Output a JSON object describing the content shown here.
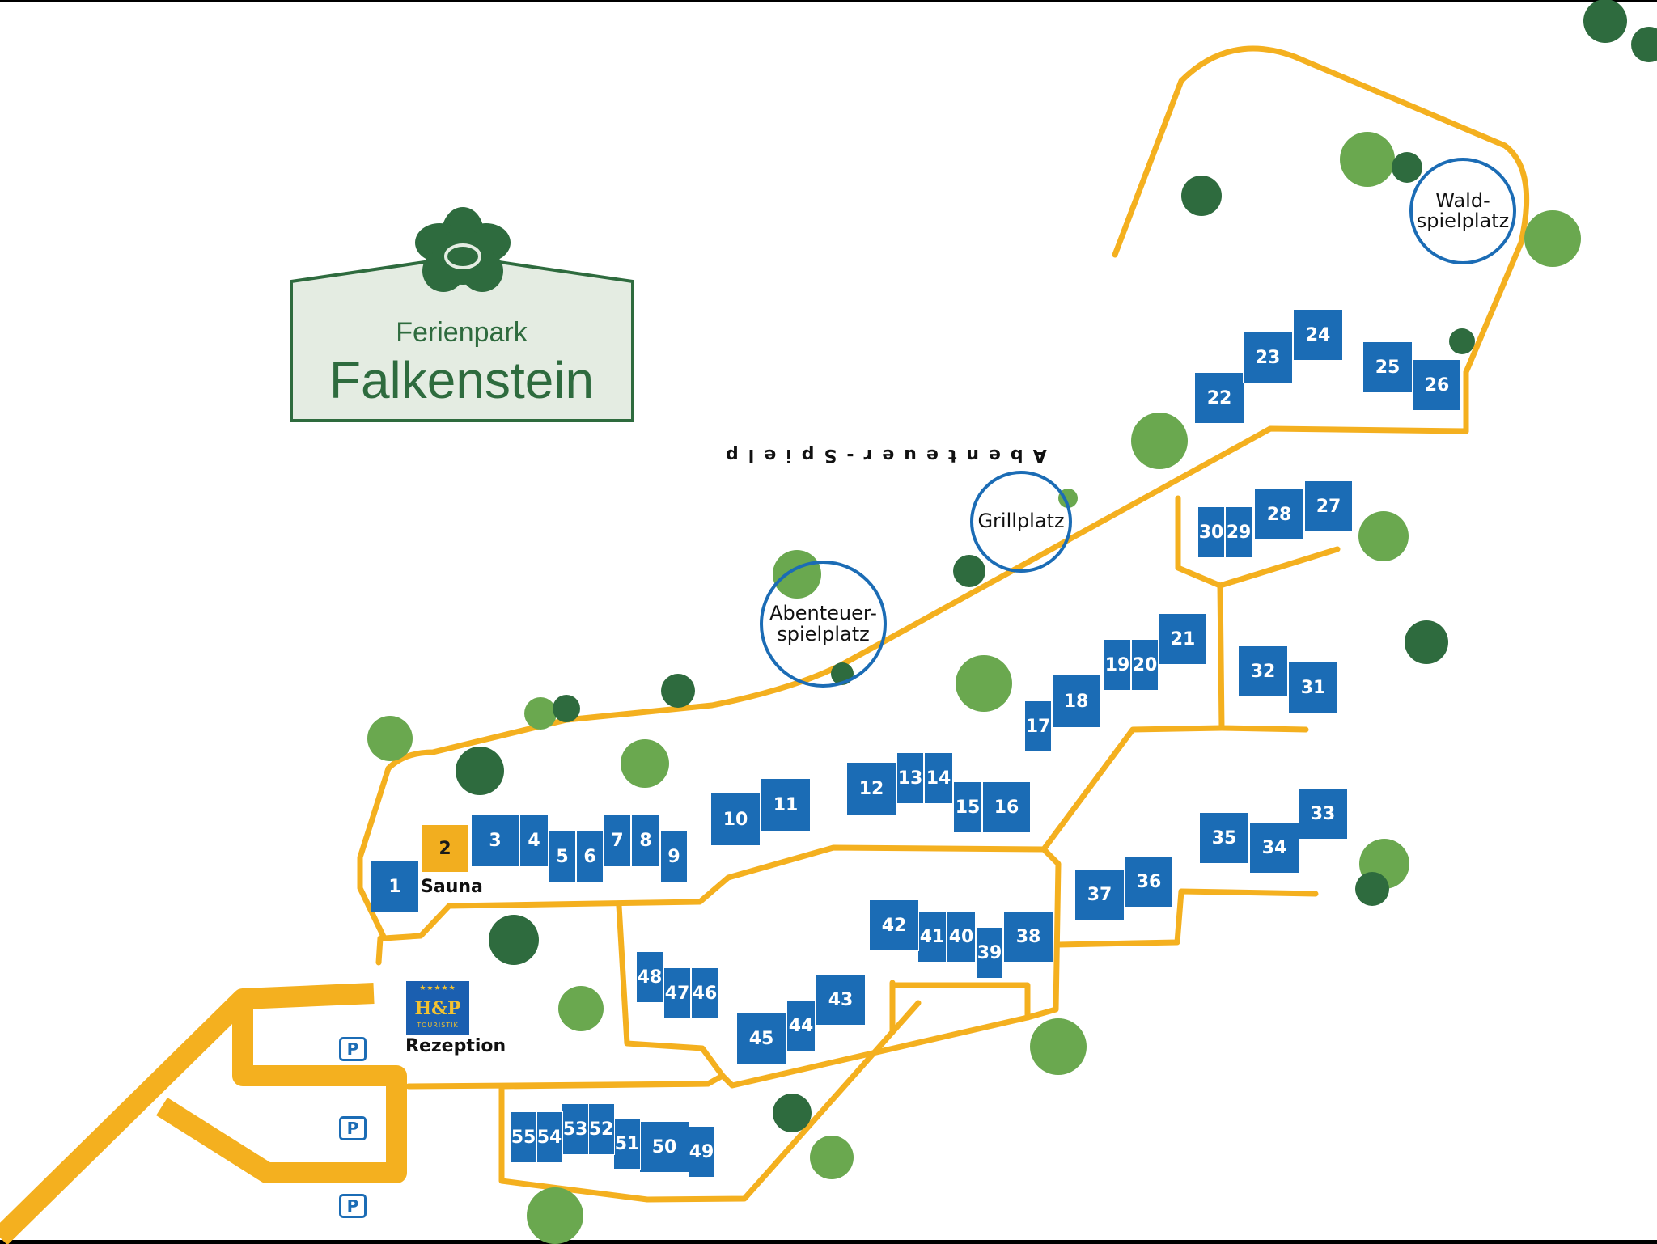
{
  "park": {
    "name_line1": "Ferienpark",
    "name_line2": "Falkenstein"
  },
  "colors": {
    "path": "#f4b01f",
    "house": "#1b6cb5",
    "sauna": "#f2ae1f",
    "tree_light": "#6aa84f",
    "tree_dark": "#2e6b3e",
    "logo_fill": "#e4ece2",
    "logo_green": "#2e6b3e"
  },
  "houses": [
    "1",
    "3",
    "4",
    "5",
    "6",
    "7",
    "8",
    "9",
    "10",
    "11",
    "12",
    "13",
    "14",
    "15",
    "16",
    "17",
    "18",
    "19",
    "20",
    "21",
    "22",
    "23",
    "24",
    "25",
    "26",
    "27",
    "28",
    "29",
    "30",
    "31",
    "32",
    "33",
    "34",
    "35",
    "36",
    "37",
    "38",
    "39",
    "40",
    "41",
    "42",
    "43",
    "44",
    "45",
    "46",
    "47",
    "48",
    "49",
    "50",
    "51",
    "52",
    "53",
    "54",
    "55"
  ],
  "sauna": {
    "number": "2",
    "label": "Sauna"
  },
  "places": {
    "wald": "Wald-\nspielplatz",
    "grill": "Grillplatz",
    "abenteuer": "Abenteuer-\nspielplatz"
  },
  "upside_text": "Abenteuer-Spielp",
  "reception": {
    "logo_text": "H&P",
    "logo_sub": "TOURISTIK",
    "label": "Rezeption"
  },
  "parking_symbol": "P"
}
